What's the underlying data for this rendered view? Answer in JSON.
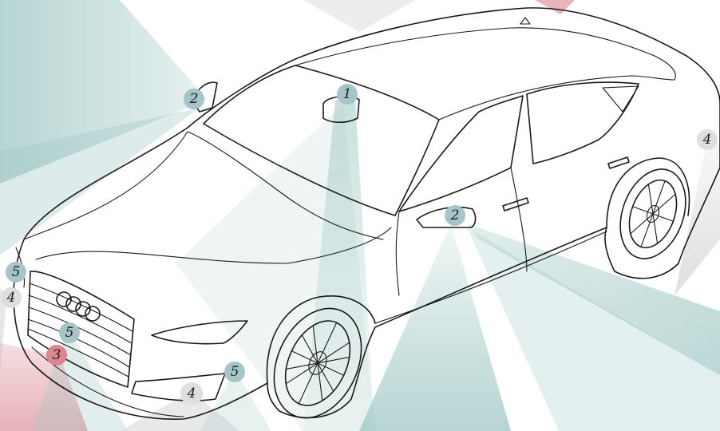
{
  "colors": {
    "background": "#ffffff",
    "teal_zone": "#9ec7c4",
    "grey_zone": "#d5d7d8",
    "red_zone": "#e2a3ab",
    "badge_teal": "#a7c5c8",
    "badge_grey": "#dedfe0",
    "badge_red": "#d9868e",
    "outline": "#1a1a1a"
  },
  "markers": [
    {
      "id": "windshield-camera",
      "label": "1",
      "color": "teal"
    },
    {
      "id": "left-mirror-camera",
      "label": "2",
      "color": "teal"
    },
    {
      "id": "right-mirror-camera",
      "label": "2",
      "color": "teal"
    },
    {
      "id": "front-bumper-sensor",
      "label": "3",
      "color": "red"
    },
    {
      "id": "rear-corner-sensor",
      "label": "4",
      "color": "grey"
    },
    {
      "id": "left-front-corner-sensor",
      "label": "4",
      "color": "grey"
    },
    {
      "id": "right-fog-sensor",
      "label": "4",
      "color": "grey"
    },
    {
      "id": "left-headlight-sensor",
      "label": "5",
      "color": "teal"
    },
    {
      "id": "grille-sensor",
      "label": "5",
      "color": "teal"
    },
    {
      "id": "right-headlight-sensor",
      "label": "5",
      "color": "teal"
    }
  ]
}
